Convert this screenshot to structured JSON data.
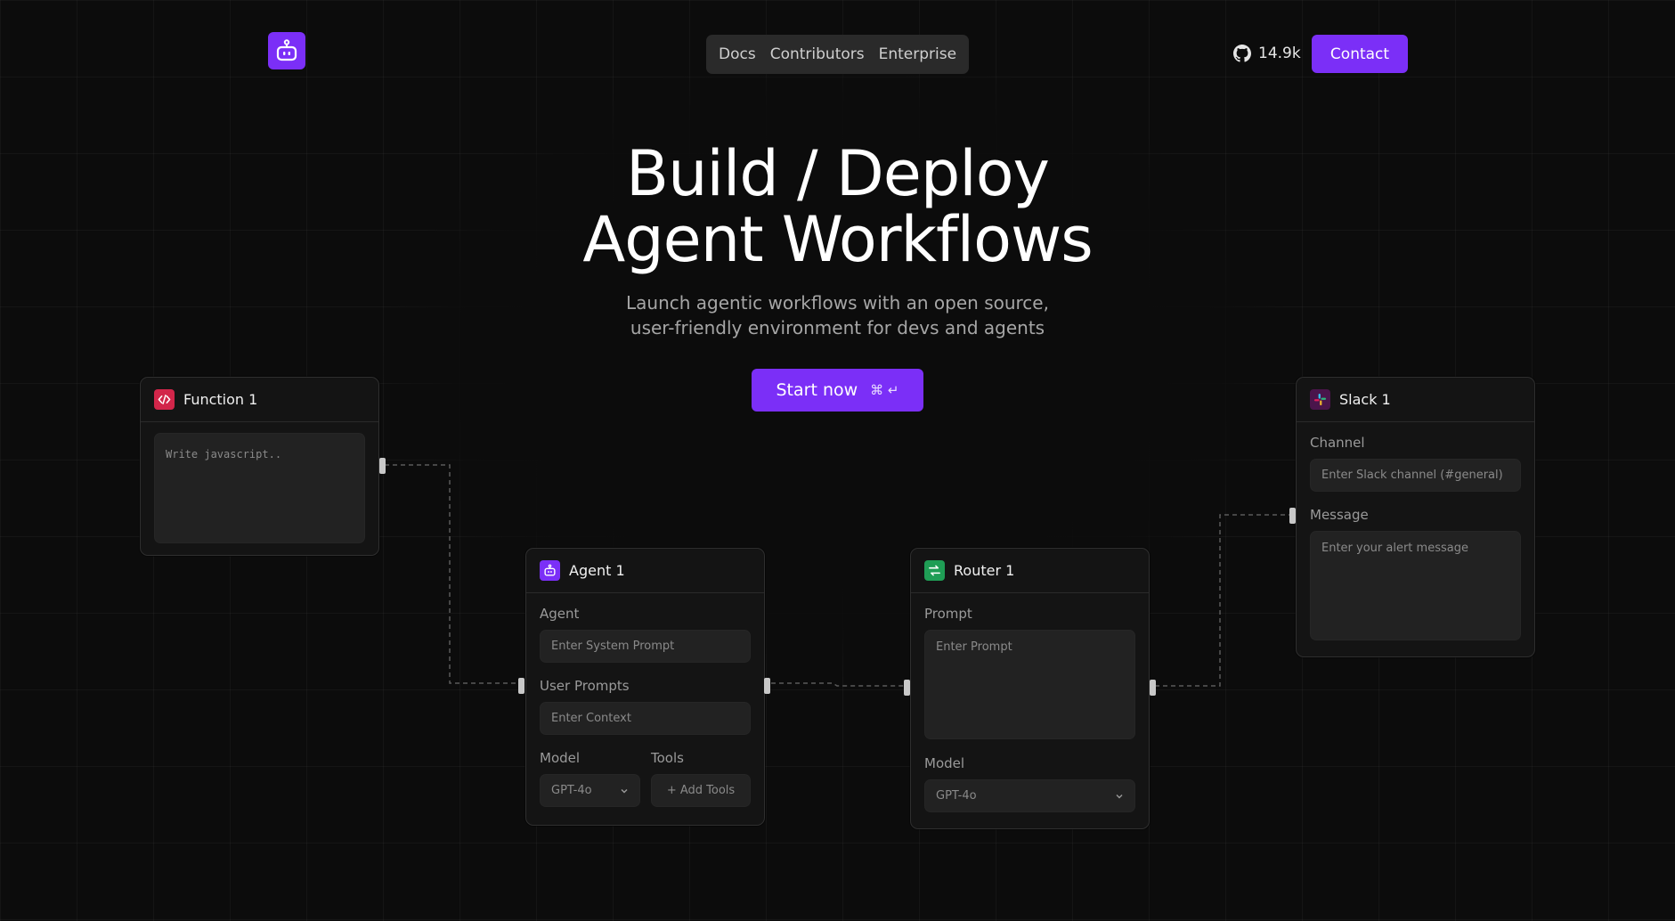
{
  "header": {
    "nav": [
      "Docs",
      "Contributors",
      "Enterprise"
    ],
    "github_stars": "14.9k",
    "contact_label": "Contact"
  },
  "hero": {
    "title_line1": "Build / Deploy",
    "title_line2": "Agent Workflows",
    "subtitle_line1": "Launch agentic workflows with an open source,",
    "subtitle_line2": "user-friendly environment for devs and agents",
    "cta_label": "Start now",
    "cta_shortcut": "⌘ ↵"
  },
  "nodes": {
    "function": {
      "title": "Function 1",
      "code_placeholder": "Write javascript.."
    },
    "agent": {
      "title": "Agent 1",
      "agent_label": "Agent",
      "system_prompt_placeholder": "Enter System Prompt",
      "user_prompts_label": "User Prompts",
      "context_placeholder": "Enter Context",
      "model_label": "Model",
      "model_value": "GPT-4o",
      "tools_label": "Tools",
      "add_tools_label": "+ Add Tools"
    },
    "router": {
      "title": "Router 1",
      "prompt_label": "Prompt",
      "prompt_placeholder": "Enter Prompt",
      "model_label": "Model",
      "model_value": "GPT-4o"
    },
    "slack": {
      "title": "Slack 1",
      "channel_label": "Channel",
      "channel_placeholder": "Enter Slack channel (#general)",
      "message_label": "Message",
      "message_placeholder": "Enter your alert message"
    }
  },
  "colors": {
    "accent": "#7b2ff7",
    "function_icon": "#d2264a",
    "agent_icon": "#7b2ff7",
    "router_icon": "#1f9d55",
    "slack_icon": "#4a154b"
  }
}
